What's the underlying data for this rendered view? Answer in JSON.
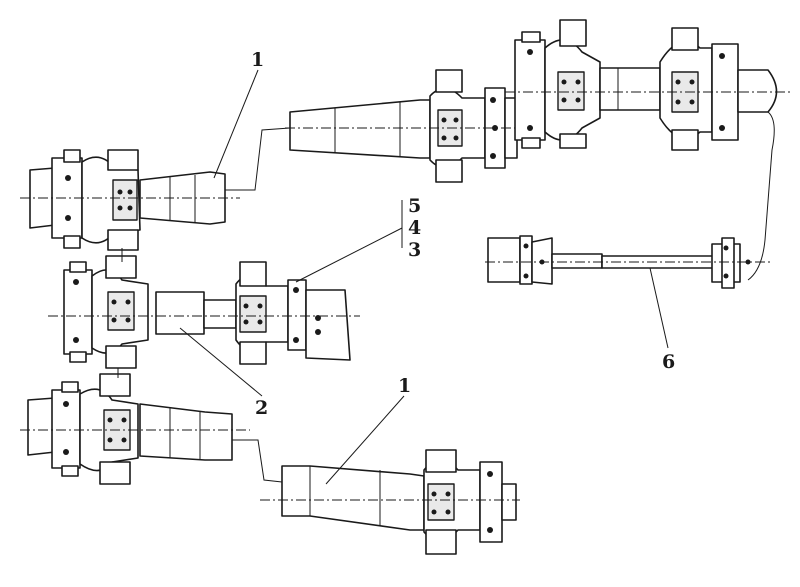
{
  "diagram": {
    "callouts": [
      {
        "id": "c1a",
        "label": "1"
      },
      {
        "id": "c1b",
        "label": "1"
      },
      {
        "id": "c2",
        "label": "2"
      },
      {
        "id": "c3",
        "label": "3"
      },
      {
        "id": "c4",
        "label": "4"
      },
      {
        "id": "c5",
        "label": "5"
      },
      {
        "id": "c6",
        "label": "6"
      }
    ]
  },
  "colors": {
    "line": "#1a1a1a",
    "background": "#ffffff",
    "shade": "#e9e9e9"
  }
}
